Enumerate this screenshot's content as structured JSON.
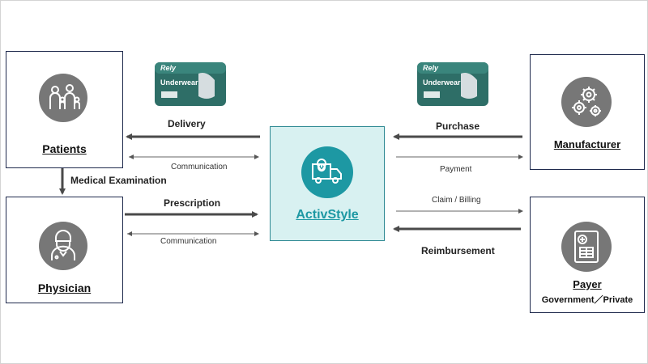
{
  "patients": {
    "label": "Patients"
  },
  "physician": {
    "label": "Physician"
  },
  "manufacturer": {
    "label": "Manufacturer"
  },
  "payer": {
    "label": "Payer",
    "sublabel": "Government／Private"
  },
  "center": {
    "label": "ActivStyle"
  },
  "flows": {
    "delivery": "Delivery",
    "purchase": "Purchase",
    "communication_patients": "Communication",
    "payment": "Payment",
    "medical_examination": "Medical Examination",
    "prescription": "Prescription",
    "claim_billing": "Claim / Billing",
    "communication_physician": "Communication",
    "reimbursement": "Reimbursement"
  },
  "product": {
    "brand": "Rely",
    "name": "Underwear"
  },
  "icons": {
    "patients": "family-icon",
    "physician": "doctor-icon",
    "manufacturer": "gears-icon",
    "payer": "medical-form-icon",
    "center": "delivery-truck-icon"
  },
  "colors": {
    "arrow_dark": "#4a4a4a",
    "center_fill": "#d8f1f1",
    "center_border": "#2f8a93",
    "center_text": "#1d98a3",
    "icon_gray": "#777777",
    "box_border": "#1f2a4d",
    "package_green": "#2e6e67"
  }
}
